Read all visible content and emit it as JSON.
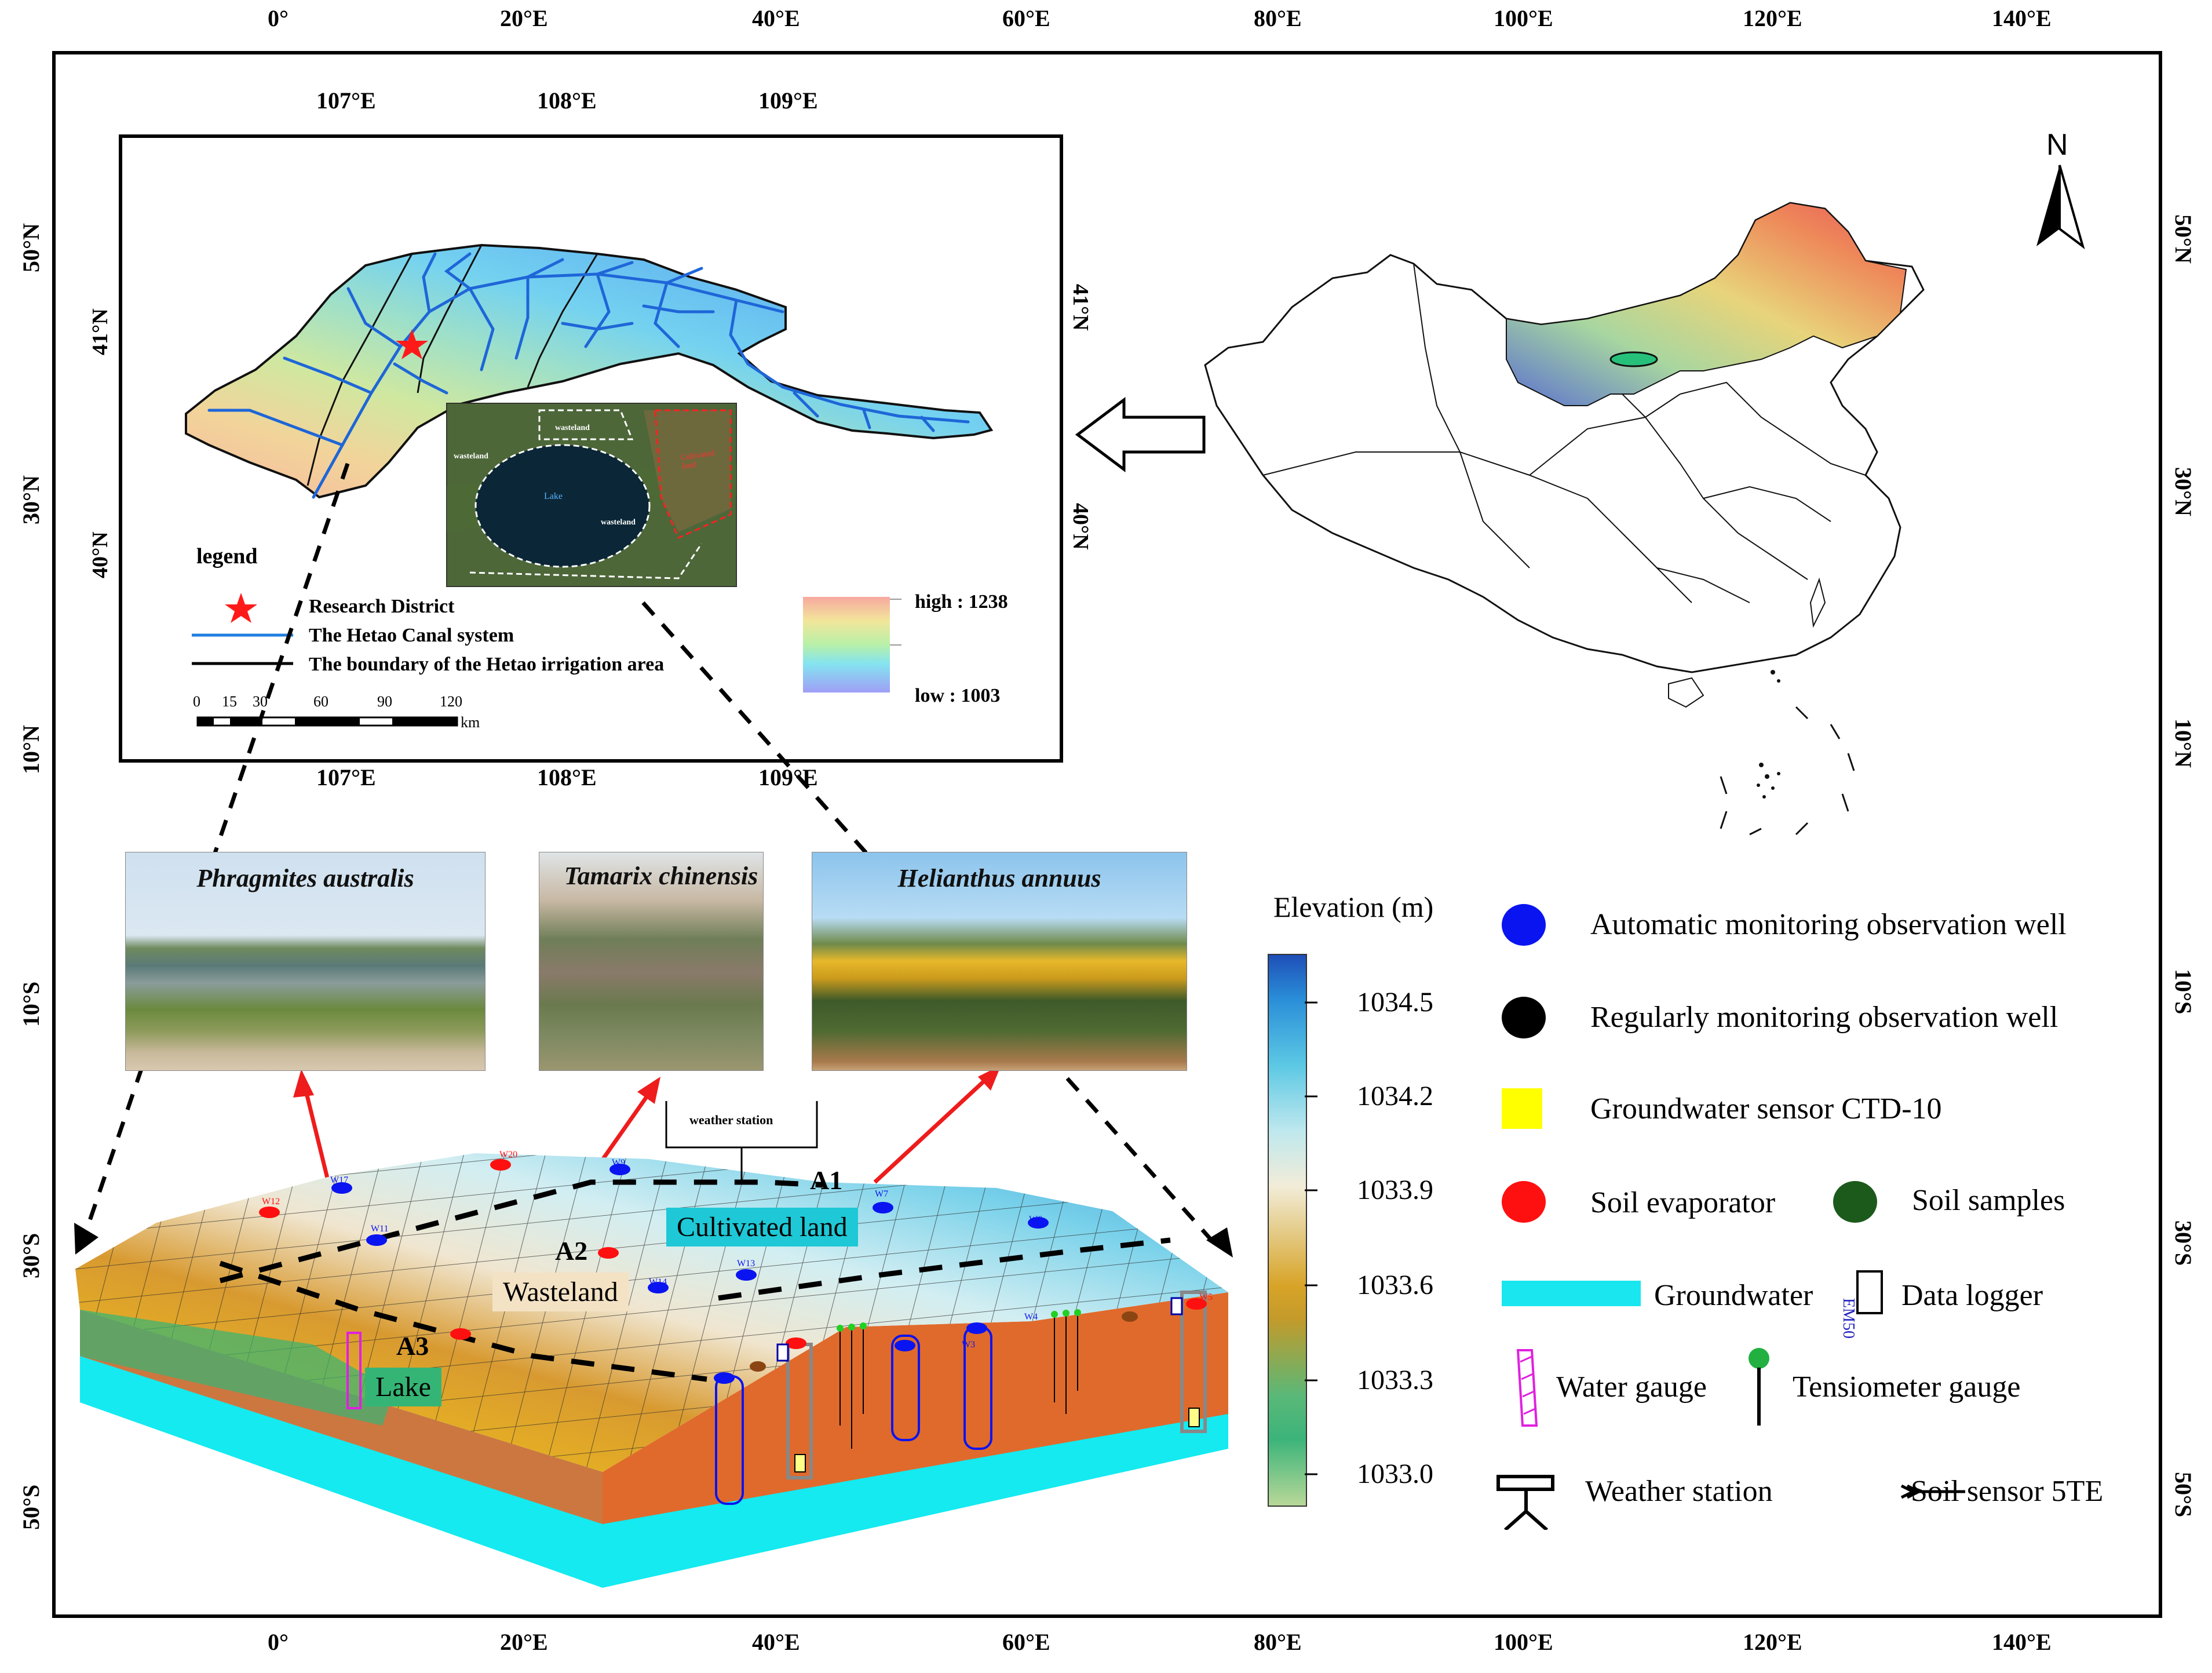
{
  "frame_ticks": {
    "top_bottom": [
      "0°",
      "20°E",
      "40°E",
      "60°E",
      "80°E",
      "100°E",
      "120°E",
      "140°E"
    ],
    "left_right": [
      "50°N",
      "30°N",
      "10°N",
      "10°S",
      "30°S",
      "50°S"
    ]
  },
  "inset": {
    "top_ticks": [
      "107°E",
      "108°E",
      "109°E"
    ],
    "bottom_ticks": [
      "107°E",
      "108°E",
      "109°E"
    ],
    "left_ticks": [
      "41°N",
      "40°N"
    ],
    "right_ticks": [
      "41°N",
      "40°N"
    ],
    "legend_title": "legend",
    "legend_items": [
      {
        "label": "Research District",
        "color": "#ff1a1a"
      },
      {
        "label": "The Hetao Canal system",
        "color": "#1e7fe0"
      },
      {
        "label": "The boundary of the Hetao irrigation area",
        "color": "#000000"
      }
    ],
    "scale_ticks": [
      "0",
      "15",
      "30",
      "60",
      "90",
      "120"
    ],
    "scale_unit": "km",
    "elev_high": "high : 1238",
    "elev_low": "low : 1003",
    "satellite_labels": {
      "wasteland_top": "wasteland",
      "wasteland_left": "wasteland",
      "wasteland_bottom": "wasteland",
      "lake": "Lake",
      "cultivated": "Cultivated land"
    }
  },
  "north_arrow": "N",
  "photos": [
    {
      "title": "Phragmites australis"
    },
    {
      "title": "Tamarix chinensis"
    },
    {
      "title": "Helianthus annuus"
    }
  ],
  "block": {
    "weather_station_label": "weather station",
    "zones": [
      {
        "id": "A1",
        "name": "Cultivated land"
      },
      {
        "id": "A2",
        "name": "Wasteland"
      },
      {
        "id": "A3",
        "name": "Lake"
      }
    ],
    "well_labels": [
      "W20",
      "W9",
      "W17",
      "W12",
      "W11",
      "W7",
      "W6",
      "W14",
      "W13",
      "W5",
      "W4",
      "W3",
      "W1"
    ]
  },
  "colorbar": {
    "title": "Elevation (m)",
    "ticks": [
      "1034.5",
      "1034.2",
      "1033.9",
      "1033.6",
      "1033.3",
      "1033.0"
    ]
  },
  "legend": {
    "auto_well": "Automatic monitoring observation well",
    "regular_well": "Regularly monitoring observation well",
    "ctd": "Groundwater sensor CTD-10",
    "evaporator": "Soil evaporator",
    "soil_samples": "Soil samples",
    "groundwater": "Groundwater",
    "data_logger": "Data logger",
    "em50": "EM50",
    "water_gauge": "Water gauge",
    "tensiometer": "Tensiometer gauge",
    "weather": "Weather station",
    "soil_sensor": "Soil sensor 5TE"
  },
  "colors": {
    "auto_well": "#0a14f0",
    "regular_well": "#000000",
    "ctd": "#ffff00",
    "evaporator": "#ff1010",
    "soil_samples": "#1c5a1c",
    "groundwater": "#19e6ee",
    "soil_profile": "#e06a2c",
    "arrow_red": "#ee1c1c"
  }
}
